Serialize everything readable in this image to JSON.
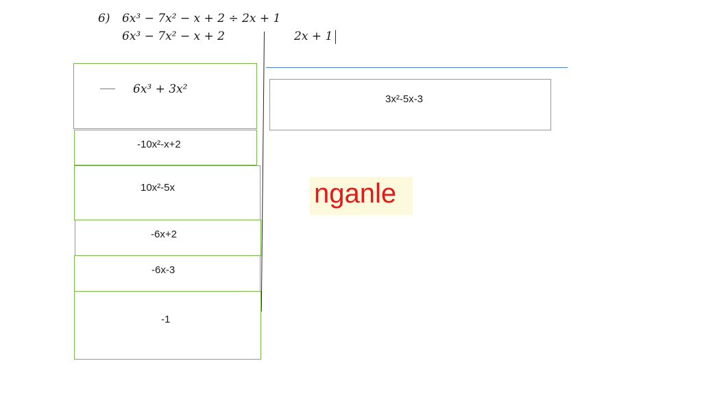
{
  "problem": {
    "label": "6)",
    "expression": "6x³ − 7x² − x + 2 ÷ 2x + 1"
  },
  "division": {
    "dividend": "6x³ − 7x² − x + 2",
    "divisor": "2x + 1",
    "quotient": "3x²-5x-3"
  },
  "steps": [
    "6x³ + 3x²",
    "-10x²-x+2",
    "10x²-5x",
    "-6x+2",
    "-6x-3",
    "-1"
  ],
  "watermark": "nganle",
  "colors": {
    "box_border": "#7ab648",
    "divider_line": "#4a7fd4",
    "watermark_text": "#e01b1b",
    "watermark_bg": "#fdf9dc"
  }
}
